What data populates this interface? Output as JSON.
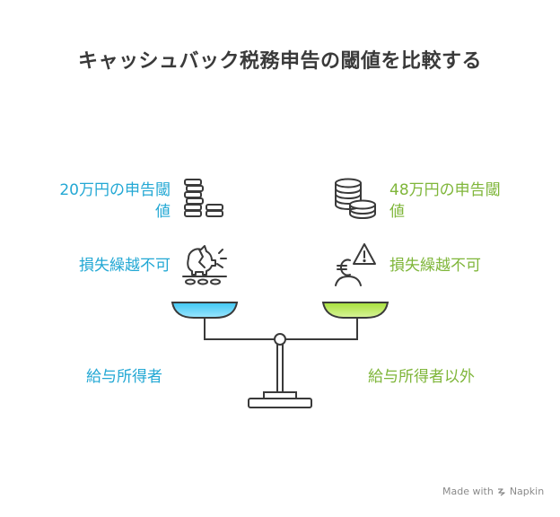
{
  "title": "キャッシュバック税務申告の閾値を比較する",
  "left": {
    "color": "#23a8d4",
    "threshold": [
      "20万円の申告閾",
      "値"
    ],
    "loss": "損失繰越不可",
    "income": "給与所得者",
    "threshold_icon": "stacked-coins-icon",
    "loss_icon": "broken-piggy-bank-icon"
  },
  "right": {
    "color": "#7fb63a",
    "threshold": [
      "48万円の申告閾",
      "値"
    ],
    "loss": "損失繰越不可",
    "income": "給与所得者以外",
    "threshold_icon": "coin-stack-icon",
    "loss_icon": "euro-warning-icon"
  },
  "footer": {
    "made_with": "Made with",
    "brand": "Napkin"
  }
}
